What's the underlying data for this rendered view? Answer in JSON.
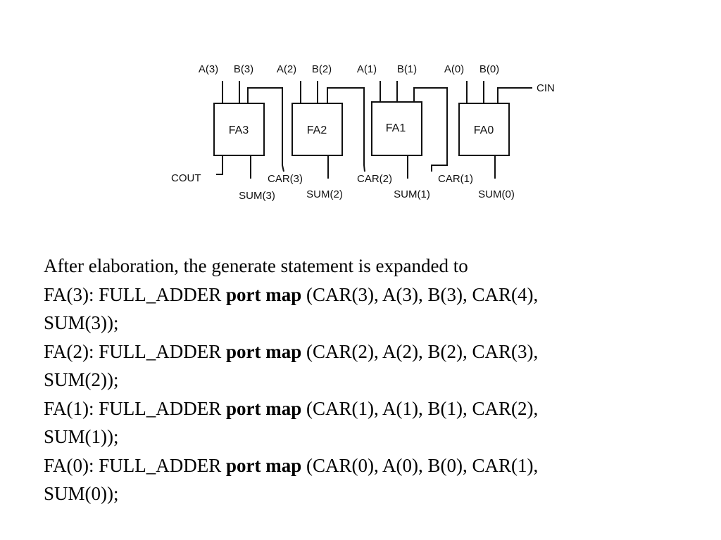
{
  "diagram": {
    "adders": [
      {
        "name": "FA3",
        "a": "A(3)",
        "b": "B(3)",
        "sum": "SUM(3)"
      },
      {
        "name": "FA2",
        "a": "A(2)",
        "b": "B(2)",
        "sum": "SUM(2)"
      },
      {
        "name": "FA1",
        "a": "A(1)",
        "b": "B(1)",
        "sum": "SUM(1)"
      },
      {
        "name": "FA0",
        "a": "A(0)",
        "b": "B(0)",
        "sum": "SUM(0)"
      }
    ],
    "carries": [
      "CAR(3)",
      "CAR(2)",
      "CAR(1)"
    ],
    "cin": "CIN",
    "cout": "COUT"
  },
  "text": {
    "intro": "After elaboration, the generate statement is expanded to",
    "lines": [
      {
        "pre": "FA(3): FULL_ADDER ",
        "kw": "port map",
        "post": " (CAR(3), A(3), B(3), CAR(4),",
        "cont": "SUM(3));"
      },
      {
        "pre": "FA(2): FULL_ADDER ",
        "kw": "port map",
        "post": " (CAR(2), A(2), B(2), CAR(3),",
        "cont": "SUM(2));"
      },
      {
        "pre": "FA(1): FULL_ADDER ",
        "kw": "port map",
        "post": " (CAR(1), A(1), B(1), CAR(2),",
        "cont": "SUM(1));"
      },
      {
        "pre": "FA(0): FULL_ADDER ",
        "kw": "port map",
        "post": " (CAR(0), A(0), B(0), CAR(1),",
        "cont": "SUM(0));"
      }
    ]
  }
}
